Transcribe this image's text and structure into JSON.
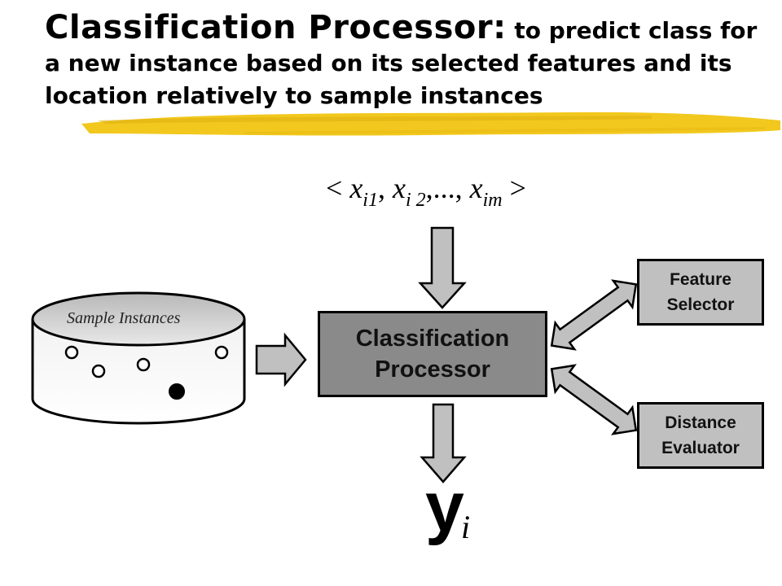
{
  "title": {
    "main": "Classification Processor:",
    "rest": " to predict class for a new instance based on its selected features and its location relatively to sample instances"
  },
  "input_vector": {
    "open": "<",
    "x1": "x",
    "x1_sub": "i1",
    "comma1": ", ",
    "x2": "x",
    "x2_sub": "i 2",
    "dots": ",..., ",
    "xm": "x",
    "xm_sub": "im",
    "close": ">"
  },
  "database": {
    "label": "Sample Instances"
  },
  "classification_processor": {
    "line1": "Classification",
    "line2": "Processor"
  },
  "feature_selector": {
    "line1": "Feature",
    "line2": "Selector"
  },
  "distance_evaluator": {
    "line1": "Distance",
    "line2": "Evaluator"
  },
  "output": {
    "symbol": "y",
    "sub": "i"
  },
  "colors": {
    "highlight": "#f2c81e",
    "processor_fill": "#8a8a8a",
    "side_box_fill": "#c0c0c0",
    "arrow_fill": "#c0c0c0"
  }
}
